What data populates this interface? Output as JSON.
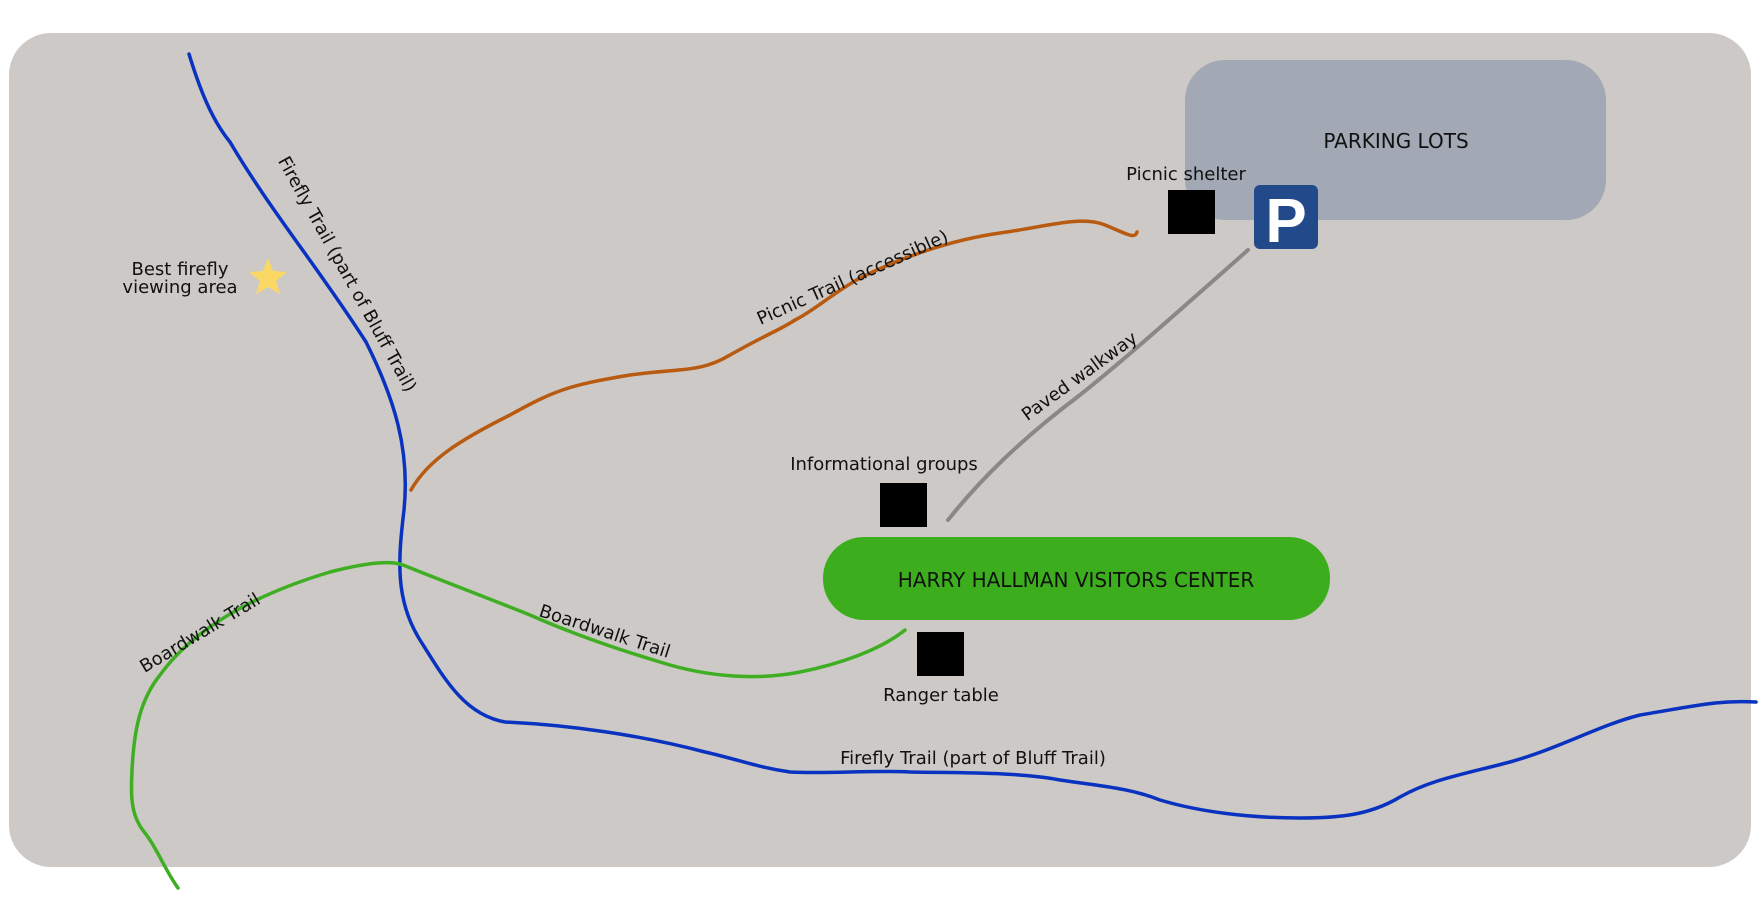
{
  "areas": {
    "parking": "PARKING LOTS",
    "visitors_center": "HARRY HALLMAN VISITORS CENTER"
  },
  "facilities": {
    "picnic_shelter": "Picnic shelter",
    "informational_groups": "Informational groups",
    "ranger_table": "Ranger table",
    "parking_sign": "P"
  },
  "trails": {
    "firefly_upper": "Firefly Trail (part of Bluff Trail)",
    "firefly_lower": "Firefly Trail (part of Bluff Trail)",
    "picnic": "Picnic Trail (accessible)",
    "paved": "Paved walkway",
    "boardwalk_left": "Boardwalk Trail",
    "boardwalk_right": "Boardwalk Trail"
  },
  "poi": {
    "firefly_line1": "Best firefly",
    "firefly_line2": "viewing area"
  },
  "colors": {
    "background": "#cdc9c6",
    "parking_area": "#a2a9b4",
    "visitors_center": "#3cae1e",
    "parking_sign": "#224a8a",
    "firefly_trail": "#0a32c0",
    "picnic_trail": "#b85a10",
    "boardwalk_trail": "#3fae23",
    "paved_walkway": "#8a8886",
    "star": "#fbd864",
    "facility_marker": "#000000"
  },
  "icons": {
    "parking": "parking-sign-icon",
    "viewing_area": "star-icon",
    "facility": "square-marker-icon"
  }
}
